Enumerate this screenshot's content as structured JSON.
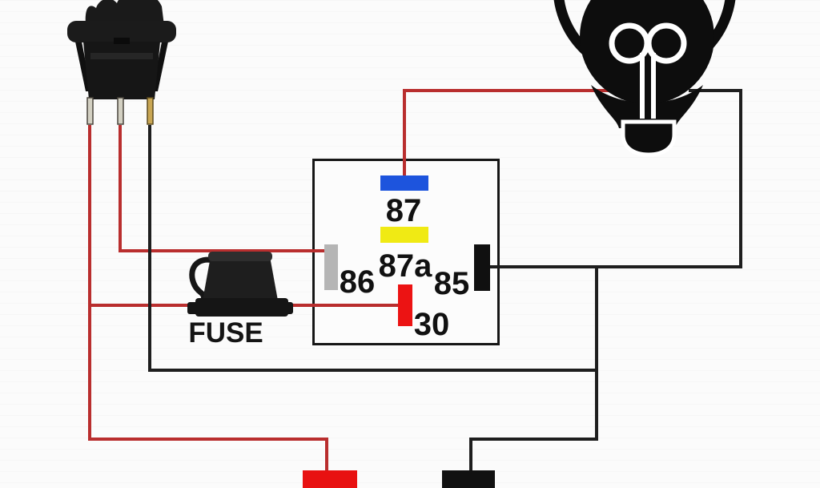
{
  "diagram": {
    "background": "#fbfbfb",
    "relay": {
      "pins": [
        {
          "label": "87",
          "color": "#1d54dd"
        },
        {
          "label": "87a",
          "color": "#f0ea14"
        },
        {
          "label": "86",
          "color": "#b5b5b5"
        },
        {
          "label": "85",
          "color": "#101010"
        },
        {
          "label": "30",
          "color": "#ec1313"
        }
      ]
    },
    "fuse": {
      "label": "FUSE"
    },
    "wire_colors": {
      "red": "#b92e2e",
      "black": "#1e1e1e"
    },
    "terminals": {
      "red": "#e81111",
      "black": "#111111"
    }
  }
}
